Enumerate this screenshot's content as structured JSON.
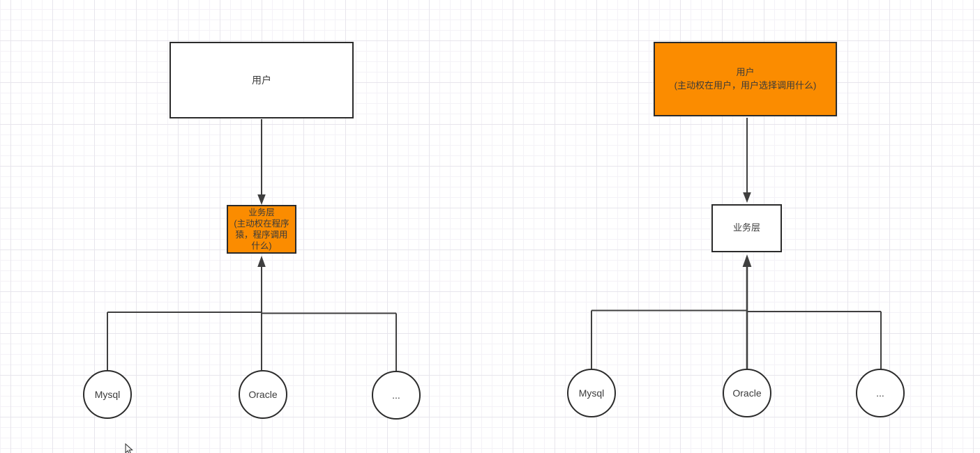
{
  "canvas": {
    "background": "#ffffff",
    "grid_minor_color": "#f4f2f7",
    "grid_major_color": "#e7e5ec",
    "accent_orange": "#fb8c00",
    "node_border_color": "#2b2b2b",
    "connector_color": "#3f3f3f"
  },
  "left_diagram": {
    "user_box": {
      "label": "用户"
    },
    "business_box": {
      "title": "业务层",
      "subtitle": "(主动权在程序猿，程序调用什么)"
    },
    "databases": [
      "Mysql",
      "Oracle",
      "..."
    ]
  },
  "right_diagram": {
    "user_box": {
      "title": "用户",
      "subtitle": "(主动权在用户，用户选择调用什么)"
    },
    "business_box": {
      "label": "业务层"
    },
    "databases": [
      "Mysql",
      "Oracle",
      "..."
    ]
  }
}
